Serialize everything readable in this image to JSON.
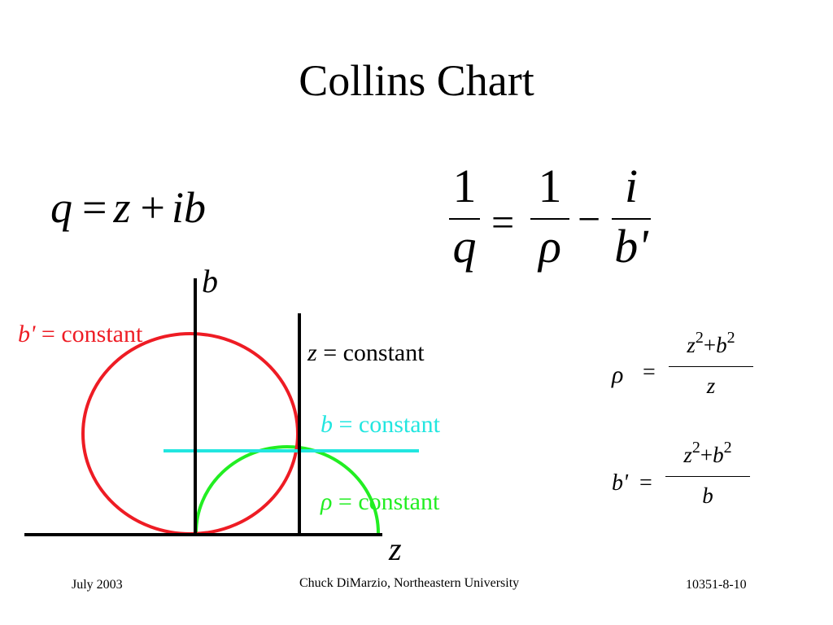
{
  "title": "Collins Chart",
  "eq_q": {
    "q": "q",
    "eq": "=",
    "z": "z",
    "plus": "+",
    "ib": "ib"
  },
  "eq_inv": {
    "num1": "1",
    "den1": "q",
    "eq": "=",
    "num2": "1",
    "den2": "ρ",
    "minus": "−",
    "num3": "i",
    "den3": "b'"
  },
  "eq_rho": {
    "lhs": "ρ",
    "eq": "=",
    "num_z": "z",
    "sq1": "2",
    "plus": "+",
    "num_b": "b",
    "sq2": "2",
    "den": "z"
  },
  "eq_bprime": {
    "lhs": "b'",
    "eq": "=",
    "num_z": "z",
    "sq1": "2",
    "plus": "+",
    "num_b": "b",
    "sq2": "2",
    "den": "b"
  },
  "diagram": {
    "axis_b": "b",
    "axis_z": "z",
    "bprime_label": {
      "var": "b'",
      "eq": "=",
      "text": "constant"
    },
    "z_label": {
      "var": "z",
      "eq": "=",
      "text": "constant"
    },
    "b_label": {
      "var": "b",
      "eq": "=",
      "text": "constant"
    },
    "rho_label": {
      "var": "ρ",
      "eq": "=",
      "text": "constant"
    }
  },
  "colors": {
    "bprime": "#ee1c24",
    "b": "#22e6e0",
    "rho": "#22ee22",
    "axes": "#000000"
  },
  "footer": {
    "left": "July 2003",
    "center": "Chuck DiMarzio, Northeastern University",
    "right": "10351-8-10"
  }
}
